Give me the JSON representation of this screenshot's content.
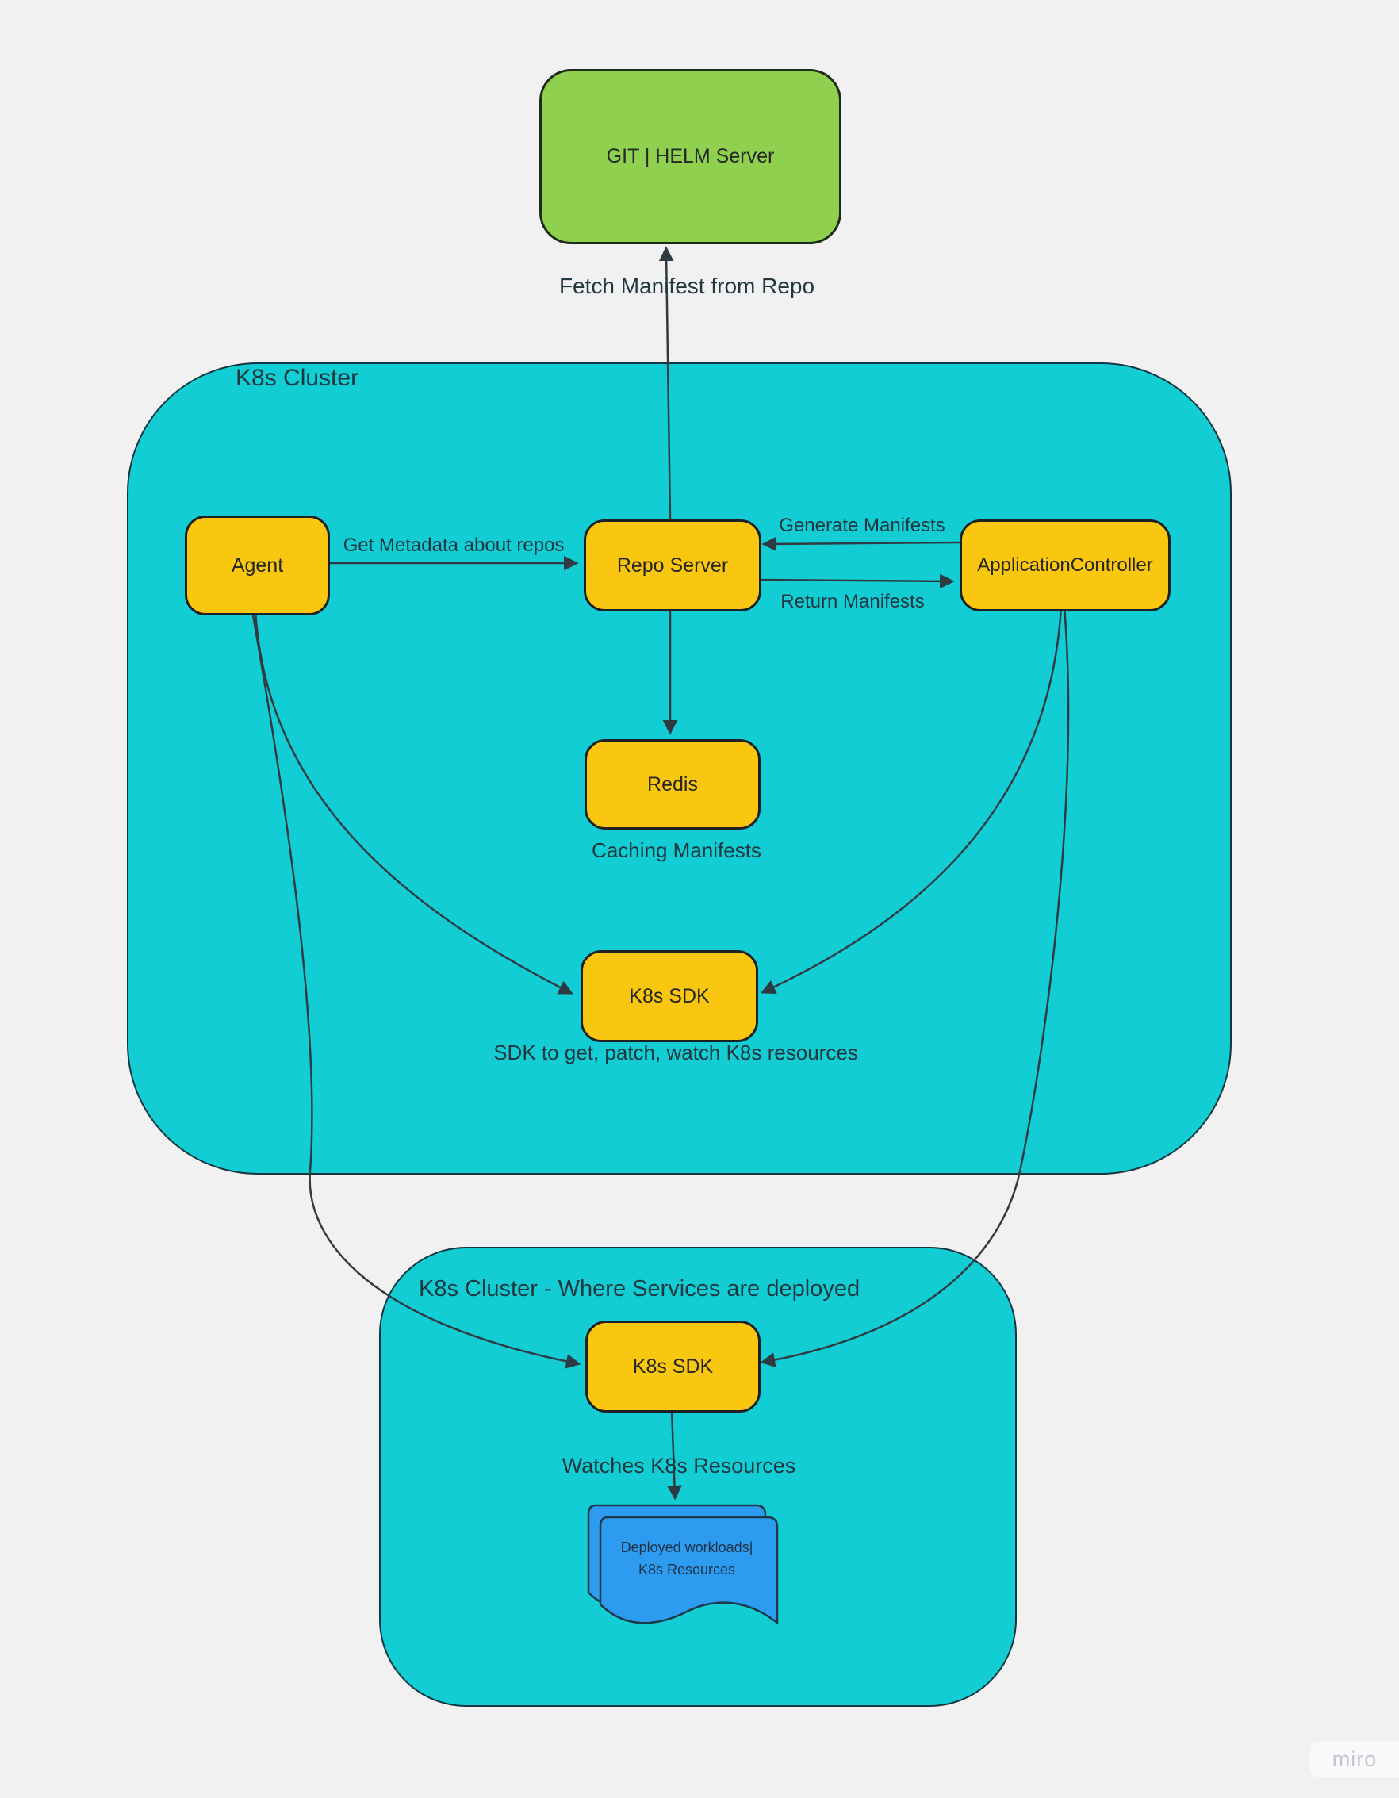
{
  "colors": {
    "teal": "#12CDD4",
    "yellow": "#FAC710",
    "green": "#8FD14F",
    "blue": "#2D9BF0",
    "line": "#2F3B42",
    "bg": "#F1F1F2"
  },
  "clusters": {
    "main": {
      "title": "K8s Cluster"
    },
    "deploy": {
      "title": "K8s Cluster - Where Services are deployed"
    }
  },
  "nodes": {
    "git": {
      "label": "GIT | HELM Server"
    },
    "agent": {
      "label": "Agent"
    },
    "repo": {
      "label": "Repo Server"
    },
    "appctrl": {
      "label": "ApplicationController"
    },
    "redis": {
      "label": "Redis"
    },
    "sdk1": {
      "label": "K8s SDK"
    },
    "sdk2": {
      "label": "K8s SDK"
    }
  },
  "edges": {
    "fetch": {
      "label": "Fetch Manifest from Repo"
    },
    "get_metadata": {
      "label": "Get Metadata about repos"
    },
    "generate": {
      "label": "Generate Manifests"
    },
    "return": {
      "label": "Return Manifests"
    },
    "watches": {
      "label": "Watches K8s Resources"
    }
  },
  "annotations": {
    "caching": "Caching Manifests",
    "sdk_note": "SDK to get, patch, watch K8s resources"
  },
  "document": {
    "line1": "Deployed workloads|",
    "line2": "K8s Resources"
  },
  "watermark": "miro"
}
